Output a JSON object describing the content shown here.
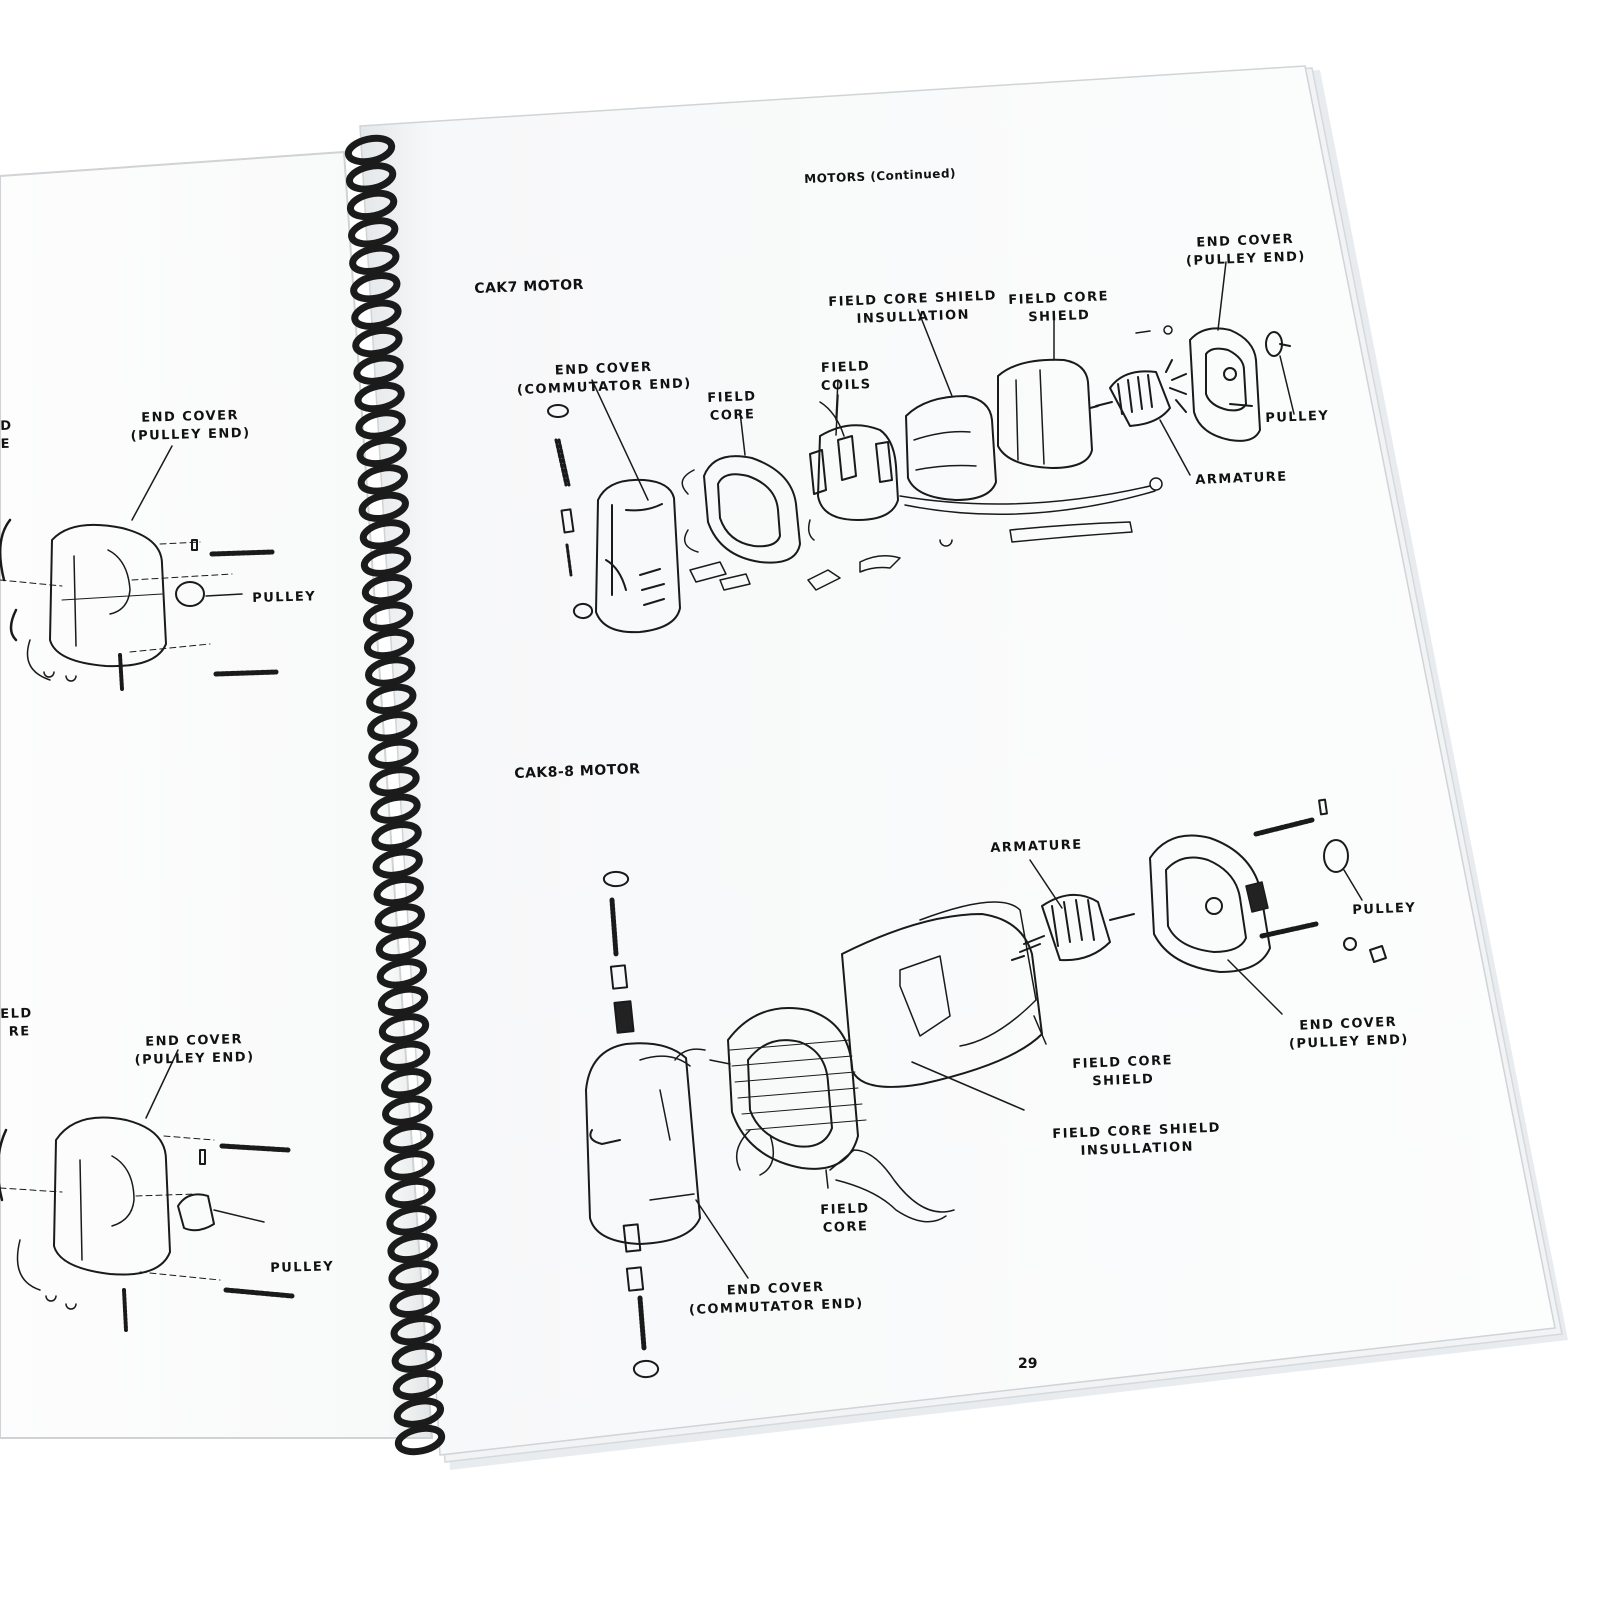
{
  "right_page": {
    "header": "MOTORS (Continued)",
    "page_number": "29",
    "cak7": {
      "title": "CAK7 MOTOR",
      "labels": {
        "end_cover_commutator_1": "END COVER",
        "end_cover_commutator_2": "(COMMUTATOR END)",
        "field_core_1": "FIELD",
        "field_core_2": "CORE",
        "field_coils_1": "FIELD",
        "field_coils_2": "COILS",
        "insulation_1": "FIELD CORE SHIELD",
        "insulation_2": "INSULLATION",
        "shield_1": "FIELD CORE",
        "shield_2": "SHIELD",
        "end_cover_pulley_1": "END COVER",
        "end_cover_pulley_2": "(PULLEY END)",
        "pulley": "PULLEY",
        "armature": "ARMATURE"
      }
    },
    "cak8": {
      "title": "CAK8-8 MOTOR",
      "labels": {
        "armature": "ARMATURE",
        "pulley": "PULLEY",
        "end_cover_pulley_1": "END COVER",
        "end_cover_pulley_2": "(PULLEY END)",
        "shield_1": "FIELD CORE",
        "shield_2": "SHIELD",
        "insulation_1": "FIELD CORE SHIELD",
        "insulation_2": "INSULLATION",
        "field_core_1": "FIELD",
        "field_core_2": "CORE",
        "end_cover_commutator_1": "END COVER",
        "end_cover_commutator_2": "(COMMUTATOR END)"
      }
    }
  },
  "left_page": {
    "top": {
      "fragment_1": "D",
      "fragment_2": "E",
      "end_cover_1": "END COVER",
      "end_cover_2": "(PULLEY END)",
      "pulley": "PULLEY"
    },
    "bottom": {
      "fragment_1": "ELD",
      "fragment_2": "RE",
      "end_cover_1": "END COVER",
      "end_cover_2": "(PULLEY END)",
      "pulley": "PULLEY"
    }
  },
  "colors": {
    "page": "#fbfcfc",
    "binding": "#151515",
    "ink": "#111111"
  }
}
